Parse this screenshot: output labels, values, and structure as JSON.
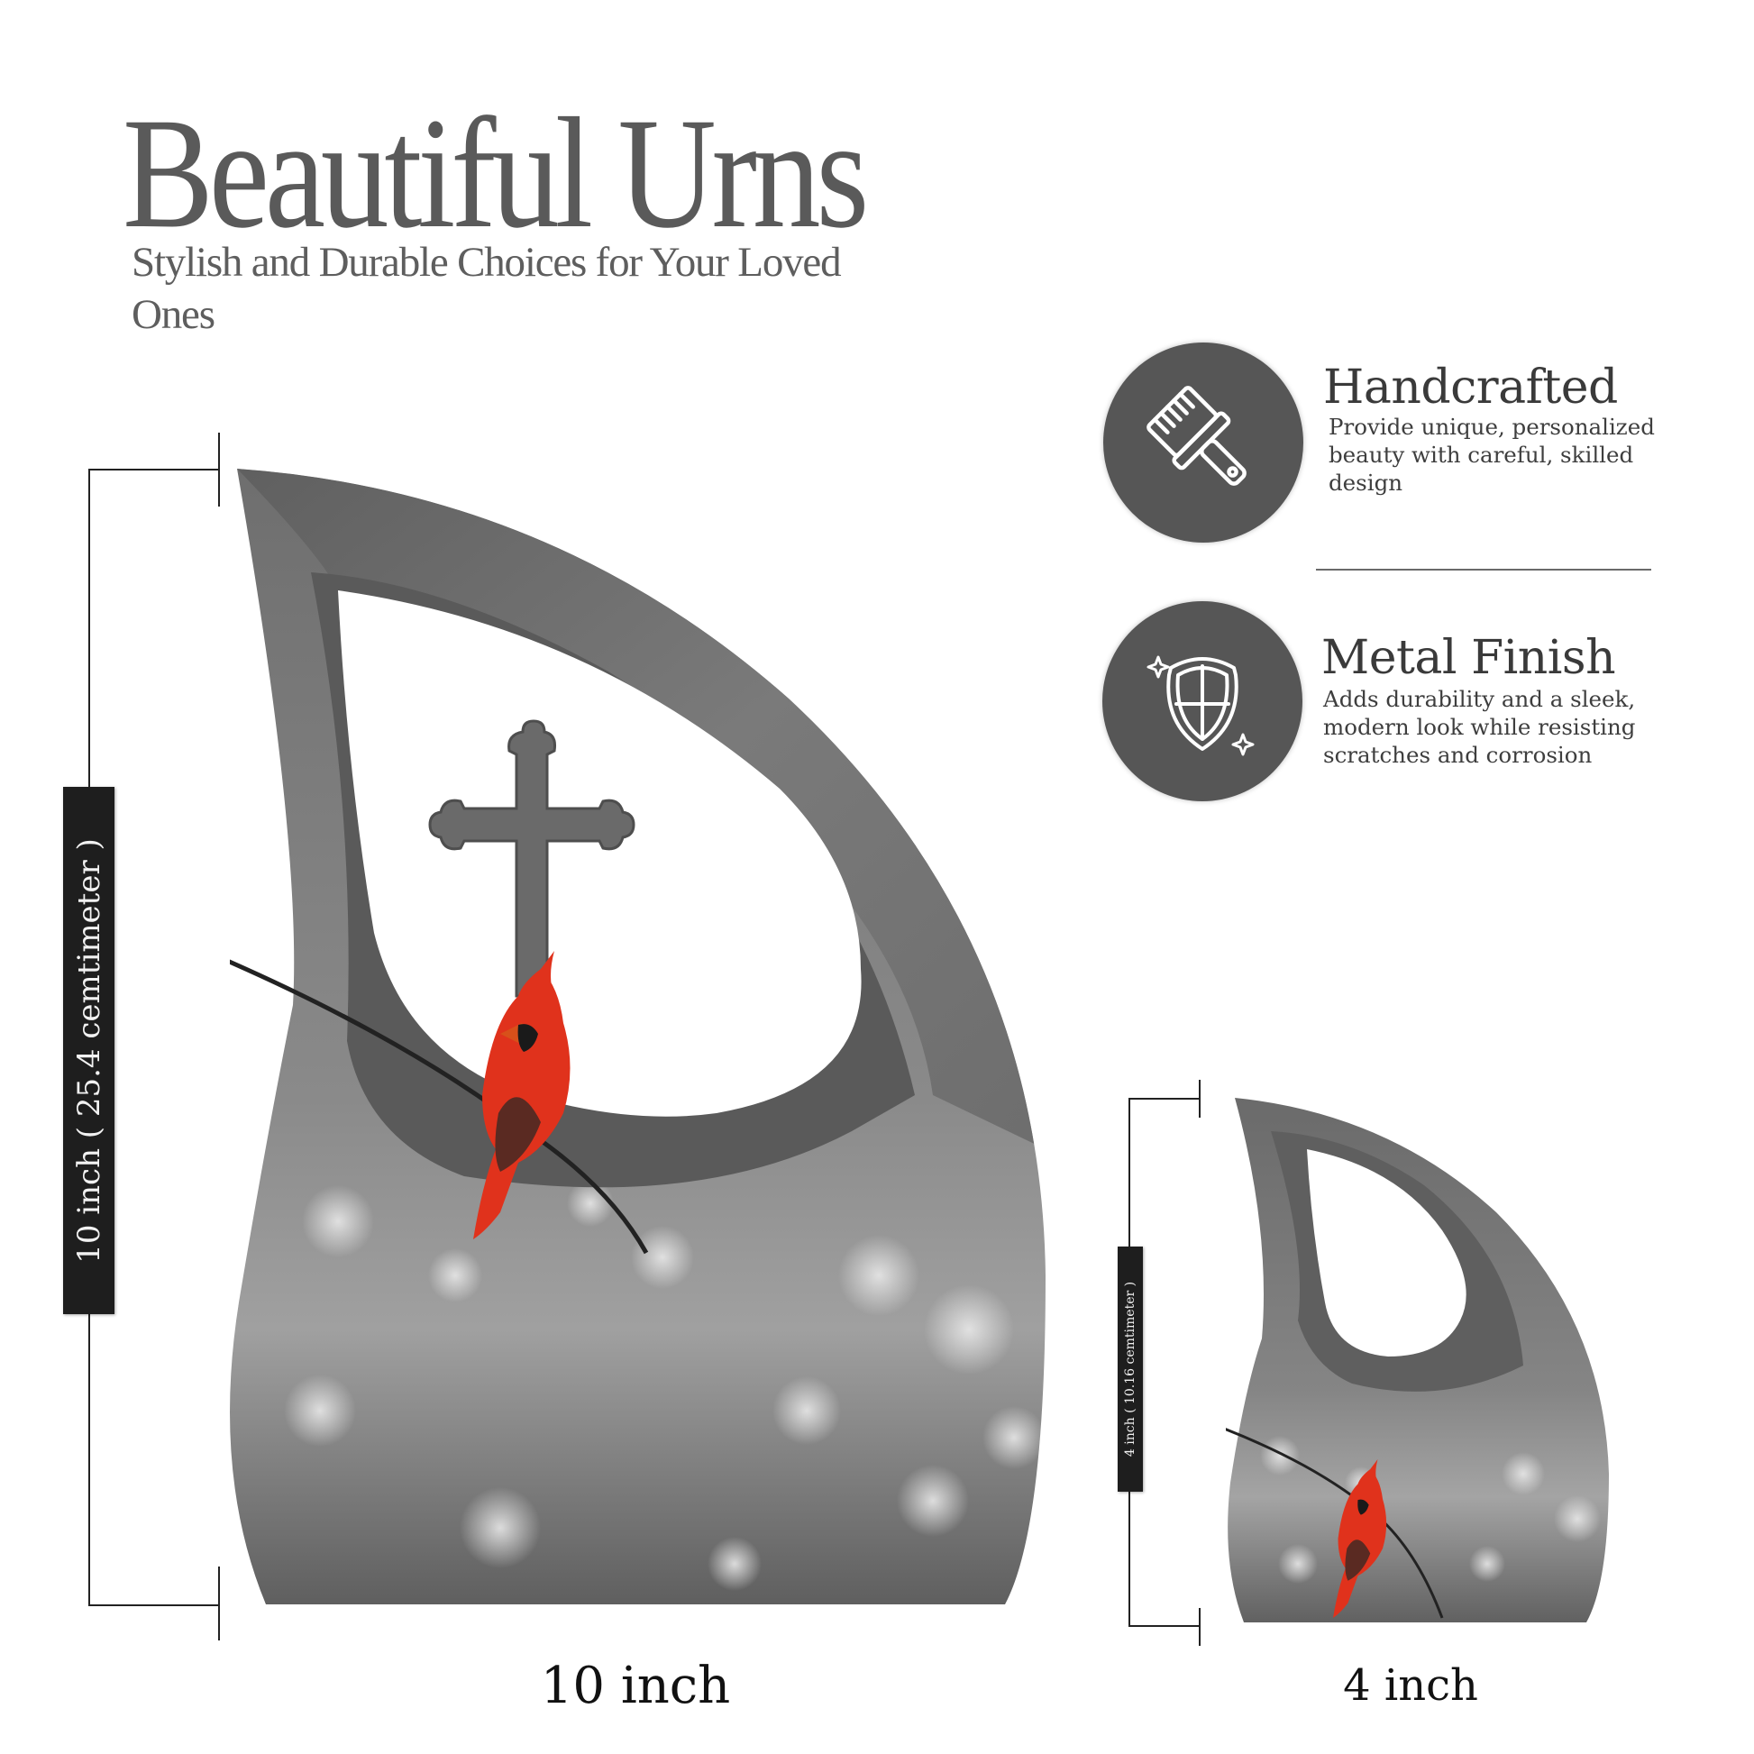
{
  "header": {
    "title": "Beautiful Urns",
    "subtitle": "Stylish and Durable Choices for Your Loved Ones"
  },
  "features": [
    {
      "icon": "paint-brush-icon",
      "title": "Handcrafted",
      "description": "Provide unique, personalized beauty with careful, skilled design"
    },
    {
      "icon": "shield-sparkle-icon",
      "title": "Metal Finish",
      "description": "Adds durability and a sleek, modern look while resisting scratches and corrosion"
    }
  ],
  "products": {
    "large": {
      "height_label": "10 inch ( 25.4 cemtimeter )",
      "width_label": "10 inch",
      "motif": "cross",
      "artwork": "red cardinal on branch, grayscale bokeh background"
    },
    "small": {
      "height_label": "4 inch ( 10.16 cemtimeter )",
      "width_label": "4 inch",
      "artwork": "red cardinal on branch, grayscale bokeh background"
    }
  },
  "colors": {
    "icon_circle": "#565656",
    "urn_metal": "#6f6f6f",
    "cardinal_red": "#e0321c",
    "label_bg": "#1e1e1e",
    "title_text": "#5a5a5a"
  }
}
